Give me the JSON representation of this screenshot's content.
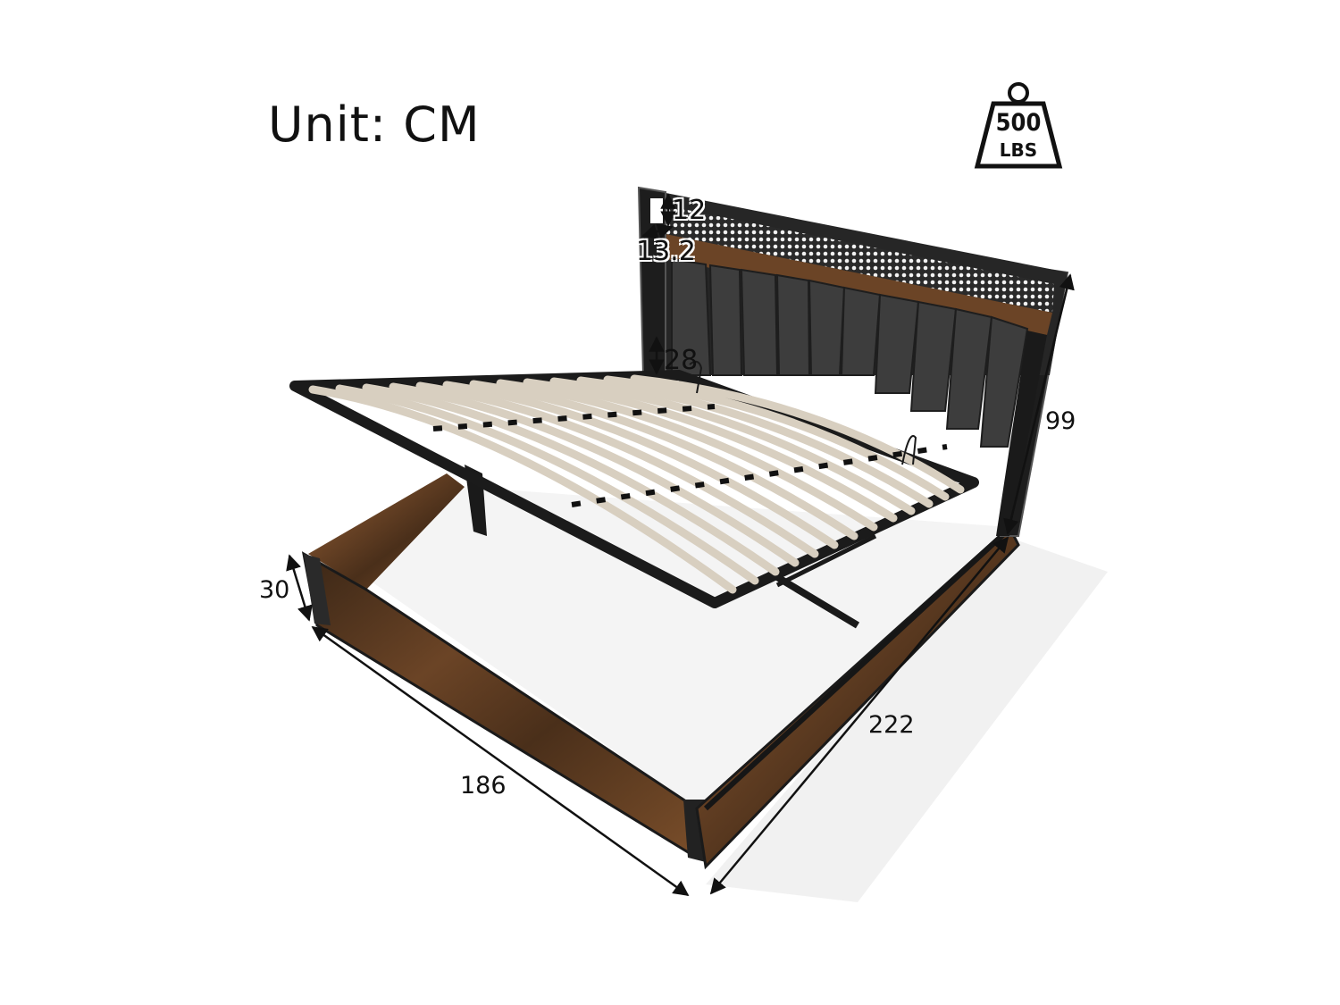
{
  "header": {
    "unit_label": "Unit: CM"
  },
  "weight_badge": {
    "icon": "weight-icon",
    "value": "500",
    "unit": "LBS"
  },
  "product": {
    "type": "storage bed frame with lift-up slatted base",
    "colors": {
      "frame_metal": "#1c1c1c",
      "wood_panel": "#5a3a22",
      "upholstery": "#3a3a3a",
      "slats": "#d8cfc0",
      "background": "#ffffff",
      "annotation": "#111111"
    }
  },
  "dimensions": {
    "shelf_height": "12",
    "shelf_depth": "13.2",
    "headboard_gap": "28",
    "headboard_height": "99",
    "base_height": "30",
    "width": "186",
    "length": "222"
  }
}
